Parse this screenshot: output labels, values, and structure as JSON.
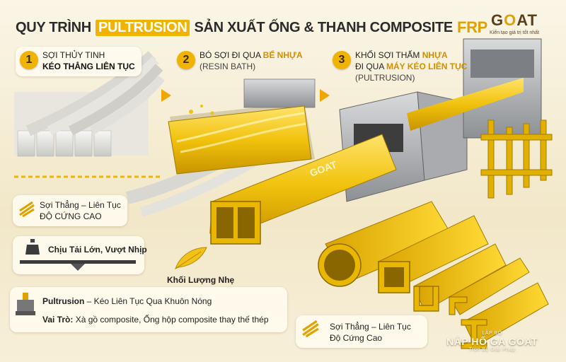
{
  "header": {
    "title_pre": "QUY TRÌNH",
    "title_highlight": "PULTRUSION",
    "title_post": "SẢN XUẤT ỐNG & THANH COMPOSITE",
    "title_frp": "FRP"
  },
  "logo": {
    "brand_g": "G",
    "brand_o": "O",
    "brand_at": "AT",
    "tagline": "Kiến tạo giá trị tốt nhất"
  },
  "steps": [
    {
      "num": "1",
      "line1": "SỢI THỦY TINH",
      "line2": "KÉO THẲNG LIÊN TỤC"
    },
    {
      "num": "2",
      "line1_pre": "BÓ SỢI ĐI QUA ",
      "line1_hl": "BỂ NHỰA",
      "line2": "(RESIN BATH)"
    },
    {
      "num": "3",
      "line1_pre": "KHỐI SỢI THẤM ",
      "line1_hl": "NHỰA",
      "line2_pre": "ĐI QUA ",
      "line2_hl": "MÁY KÉO LIÊN TỤC",
      "line3": "(PULTRUSION)"
    }
  ],
  "profile_brand": "GOAT",
  "features": {
    "fiber_top": {
      "line1": "Sợi Thẳng – Liên Tục",
      "line2": "ĐỘ CỨNG CAO"
    },
    "load": {
      "label": "Chịu Tải Lớn, Vượt Nhịp"
    },
    "light": {
      "label": "Khối Lượng Nhẹ"
    },
    "pultrusion": {
      "title": "Pultrusion",
      "desc": " – Kéo Liên Tục Qua Khuôn Nóng"
    },
    "role": {
      "title": "Vai Trò:",
      "desc": " Xà gồ composite, Ống hộp composite thay thế thép"
    },
    "fiber_bottom": {
      "line1": "Sợi Thẳng – Liên Tục",
      "line2": "Độ Cứng Cao"
    }
  },
  "watermark": {
    "line1": "LẮP BỘ",
    "line2": "NẮP HỐ GA GOAT",
    "line3": "Trọn Bộ Giải Pháp"
  },
  "colors": {
    "accent": "#f0b400",
    "gold": "#e6b400",
    "dark": "#2b2b2b"
  }
}
